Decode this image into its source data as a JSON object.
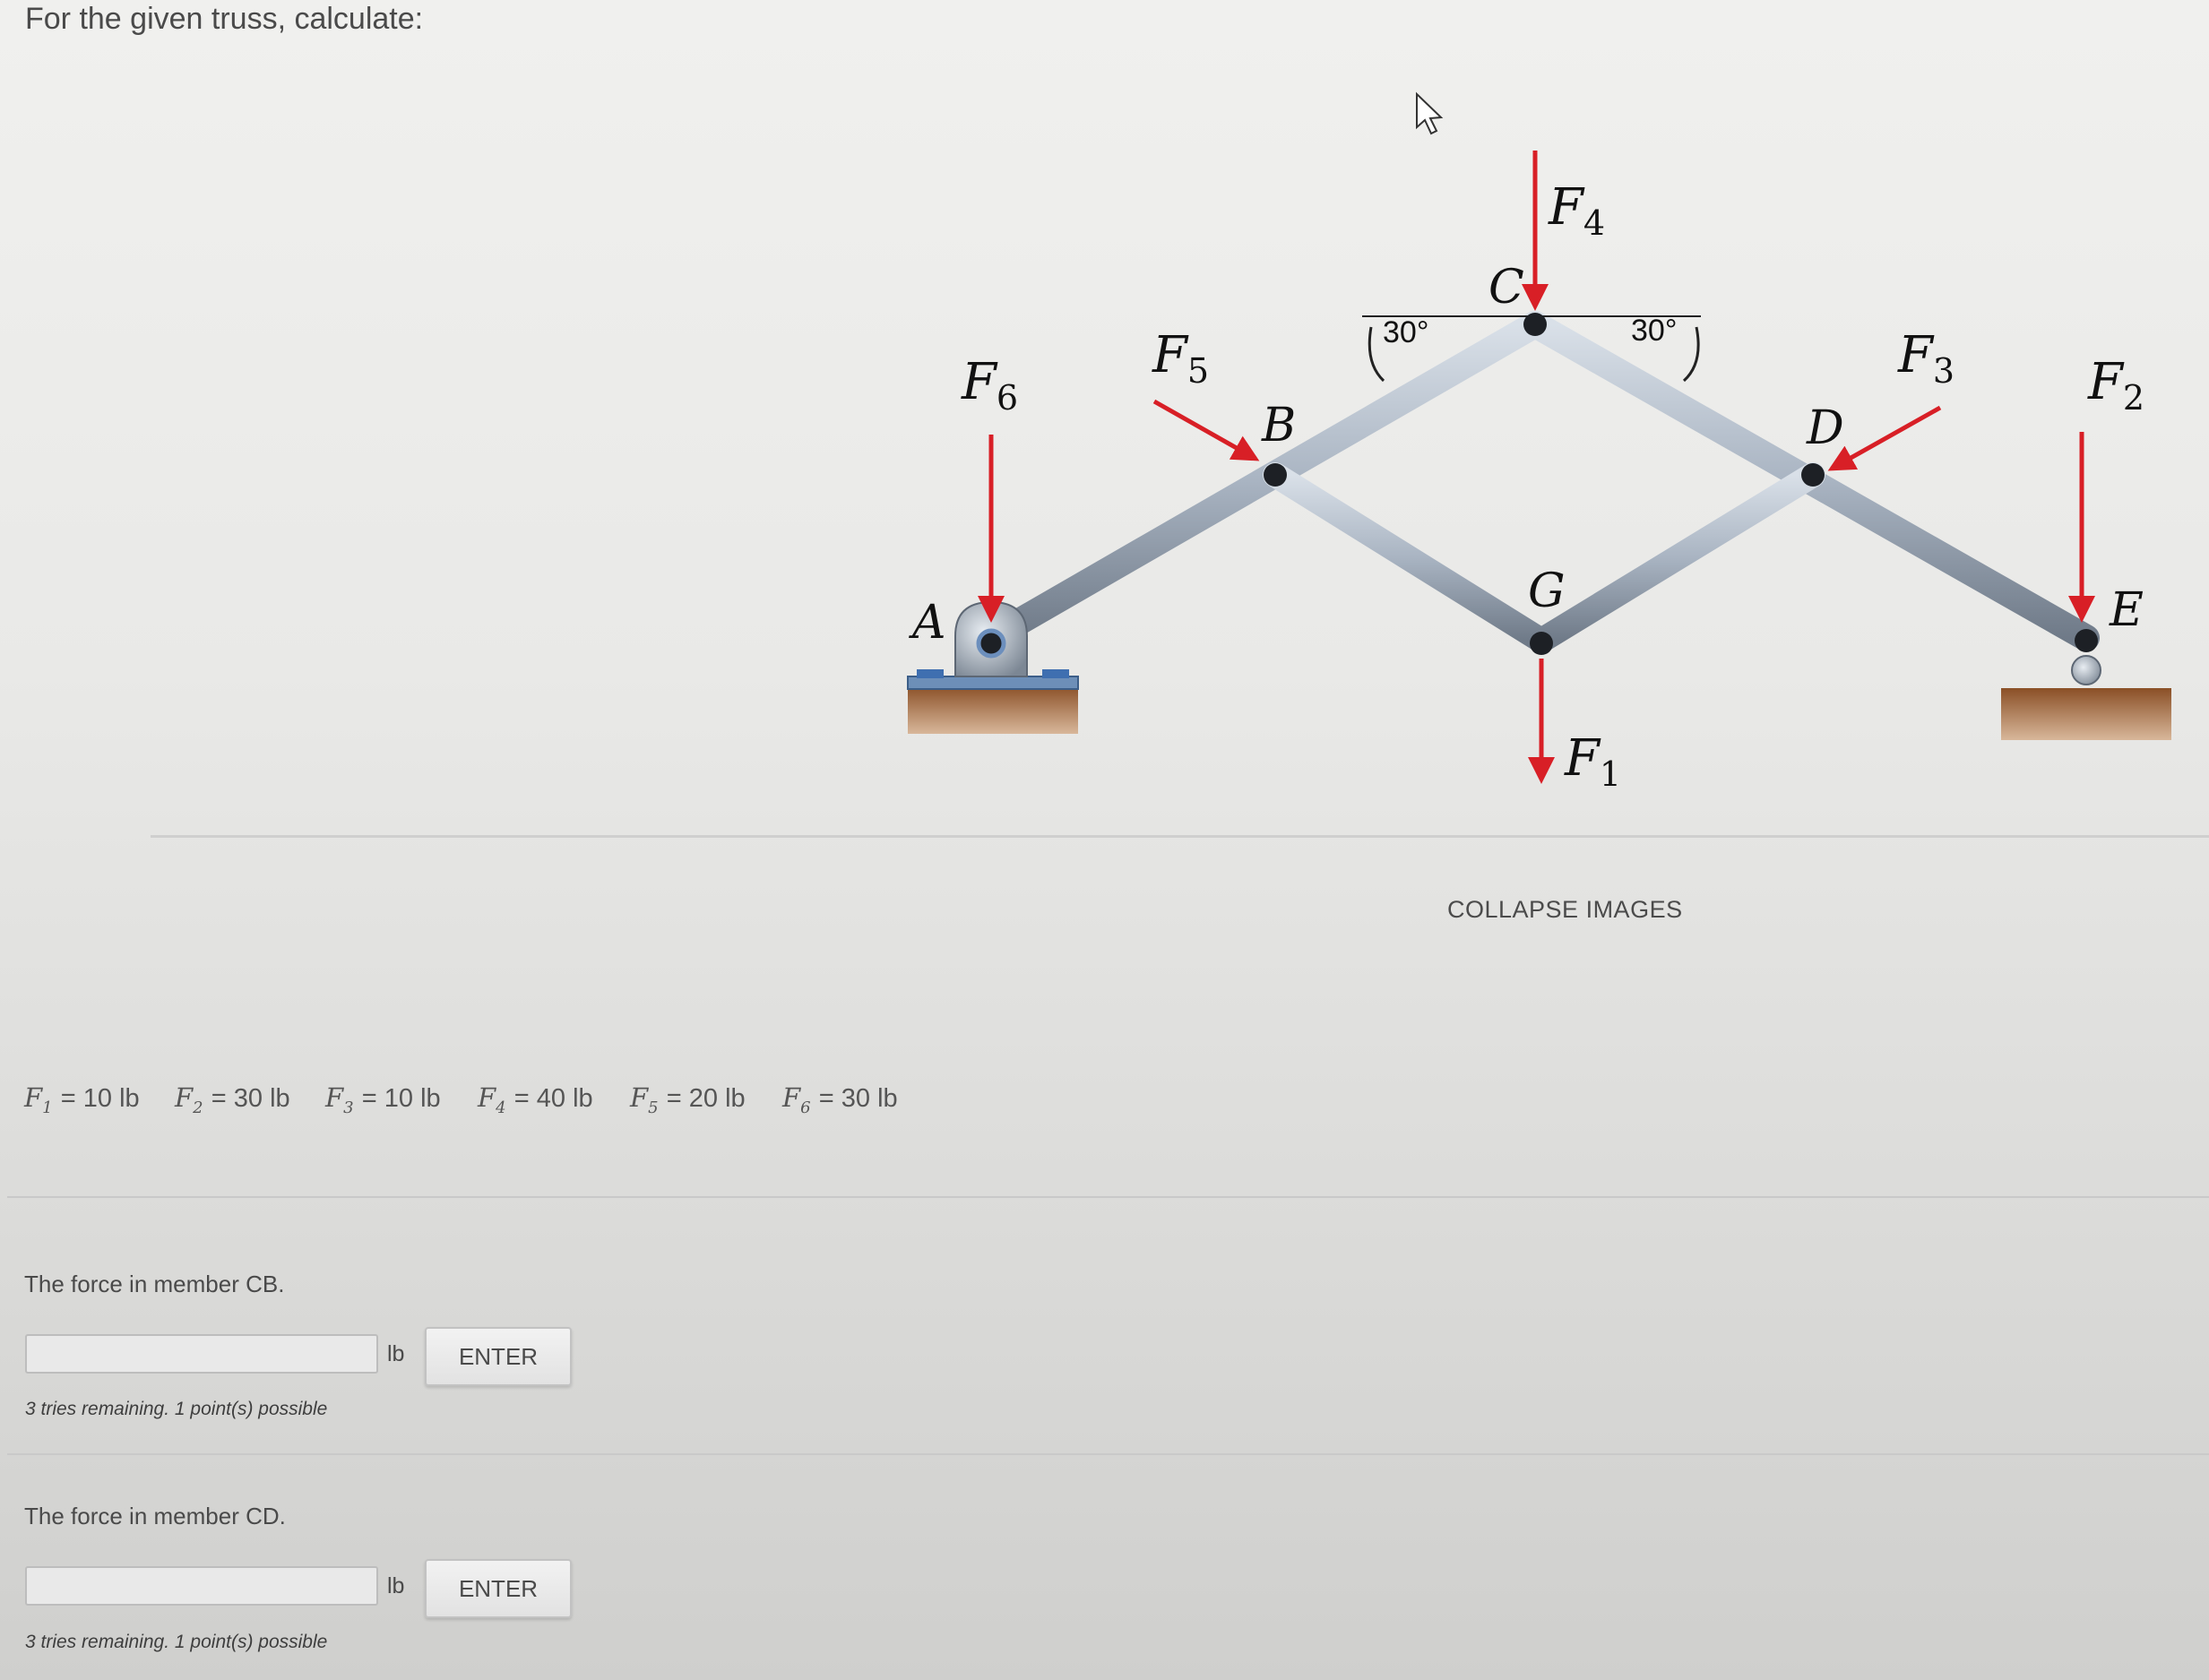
{
  "prompt": "For the given truss, calculate:",
  "figure": {
    "labels": {
      "A": "A",
      "B": "B",
      "C": "C",
      "D": "D",
      "E": "E",
      "G": "G",
      "F1": "F",
      "F1_sub": "1",
      "F2": "F",
      "F2_sub": "2",
      "F3": "F",
      "F3_sub": "3",
      "F4": "F",
      "F4_sub": "4",
      "F5": "F",
      "F5_sub": "5",
      "F6": "F",
      "F6_sub": "6",
      "angle_left": "30°",
      "angle_right": "30°"
    },
    "colors": {
      "force_arrow": "#d81f26",
      "member": "#a9b4c2",
      "node": "#1d2025",
      "ground": "#a4673a"
    }
  },
  "collapse_images": "COLLAPSE IMAGES",
  "given": [
    {
      "name": "F",
      "sub": "1",
      "value": "= 10 lb"
    },
    {
      "name": "F",
      "sub": "2",
      "value": "= 30 lb"
    },
    {
      "name": "F",
      "sub": "3",
      "value": "= 10 lb"
    },
    {
      "name": "F",
      "sub": "4",
      "value": "= 40 lb"
    },
    {
      "name": "F",
      "sub": "5",
      "value": "= 20 lb"
    },
    {
      "name": "F",
      "sub": "6",
      "value": "= 30 lb"
    }
  ],
  "questions": [
    {
      "label": "The force in member CB.",
      "value": "",
      "unit": "lb",
      "button": "ENTER",
      "tries": "3 tries remaining. 1 point(s) possible"
    },
    {
      "label": "The force in member CD.",
      "value": "",
      "unit": "lb",
      "button": "ENTER",
      "tries": "3 tries remaining. 1 point(s) possible"
    }
  ]
}
